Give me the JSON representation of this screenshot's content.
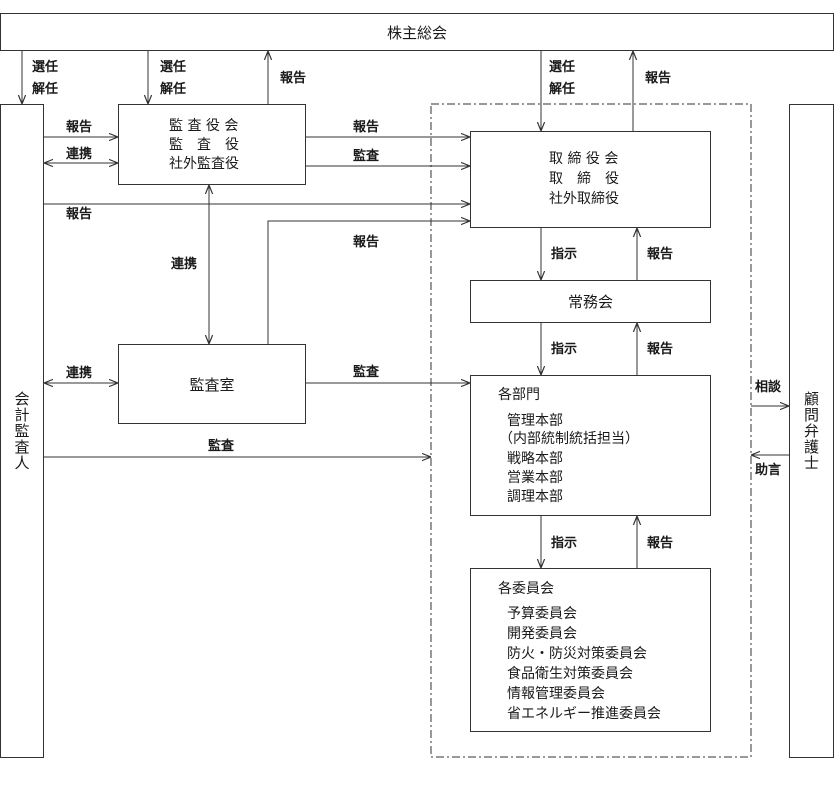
{
  "boxes": {
    "shareholders": "株主総会",
    "auditor": "会計監査人",
    "counsel": "顧問弁護士",
    "audit_board": [
      "監 査 役 会",
      "監　査　役",
      "社外監査役"
    ],
    "board": [
      "取 締 役 会",
      "取　締　役",
      "社外取締役"
    ],
    "executive": "常務会",
    "audit_office": "監査室",
    "departments_title": "各部門",
    "departments": [
      "管理本部",
      "（内部統制統括担当）",
      "戦略本部",
      "営業本部",
      "調理本部"
    ],
    "committees_title": "各委員会",
    "committees": [
      "予算委員会",
      "開発委員会",
      "防火・防災対策委員会",
      "食品衛生対策委員会",
      "情報管理委員会",
      "省エネルギー推進委員会"
    ]
  },
  "labels": {
    "elect": "選任",
    "dismiss": "解任",
    "report": "報告",
    "cooperate": "連携",
    "audit": "監査",
    "instruct": "指示",
    "consult": "相談",
    "advise": "助言"
  }
}
